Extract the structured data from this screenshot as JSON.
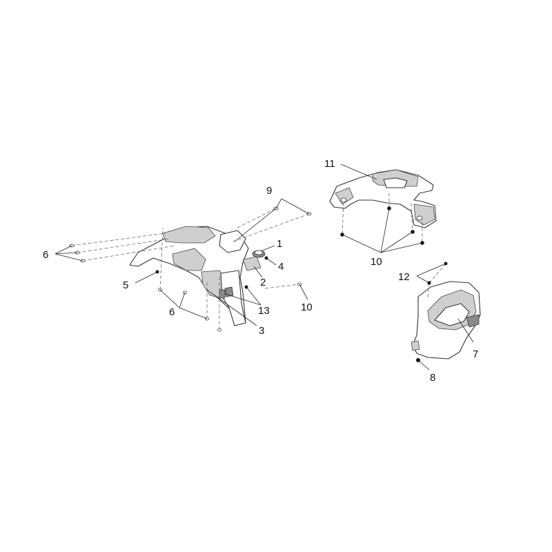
{
  "callouts": {
    "c1": "1",
    "c2": "2",
    "c3": "3",
    "c4": "4",
    "c5": "5",
    "c6a": "6",
    "c6b": "6",
    "c7": "7",
    "c8": "8",
    "c9": "9",
    "c10a": "10",
    "c10b": "10",
    "c11": "11",
    "c12": "12",
    "c13": "13"
  }
}
